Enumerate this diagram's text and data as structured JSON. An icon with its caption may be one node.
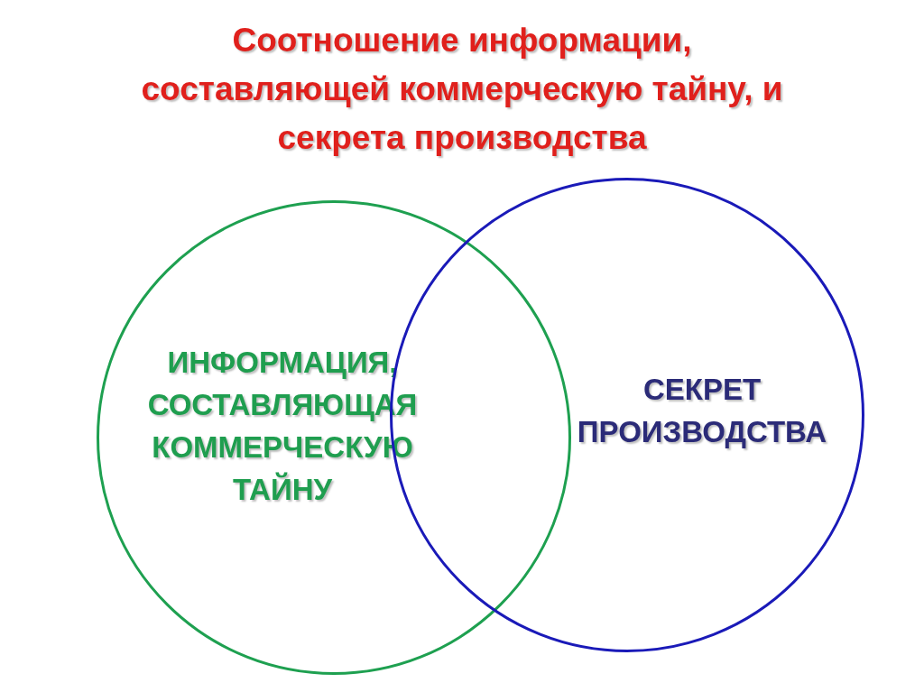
{
  "diagram": {
    "title": "Соотношение информации, составляющей коммерческую тайну, и секрета производства",
    "nodes": [
      {
        "text": [
          "ИНФОРМАЦИЯ, СОСТАВЛЯЮЩАЯ КОММЕРЧЕСКУЮ ТАЙНУ"
        ]
      },
      {
        "text": [
          "СЕКРЕТ ПРОИЗВОДСТВА"
        ]
      }
    ]
  }
}
